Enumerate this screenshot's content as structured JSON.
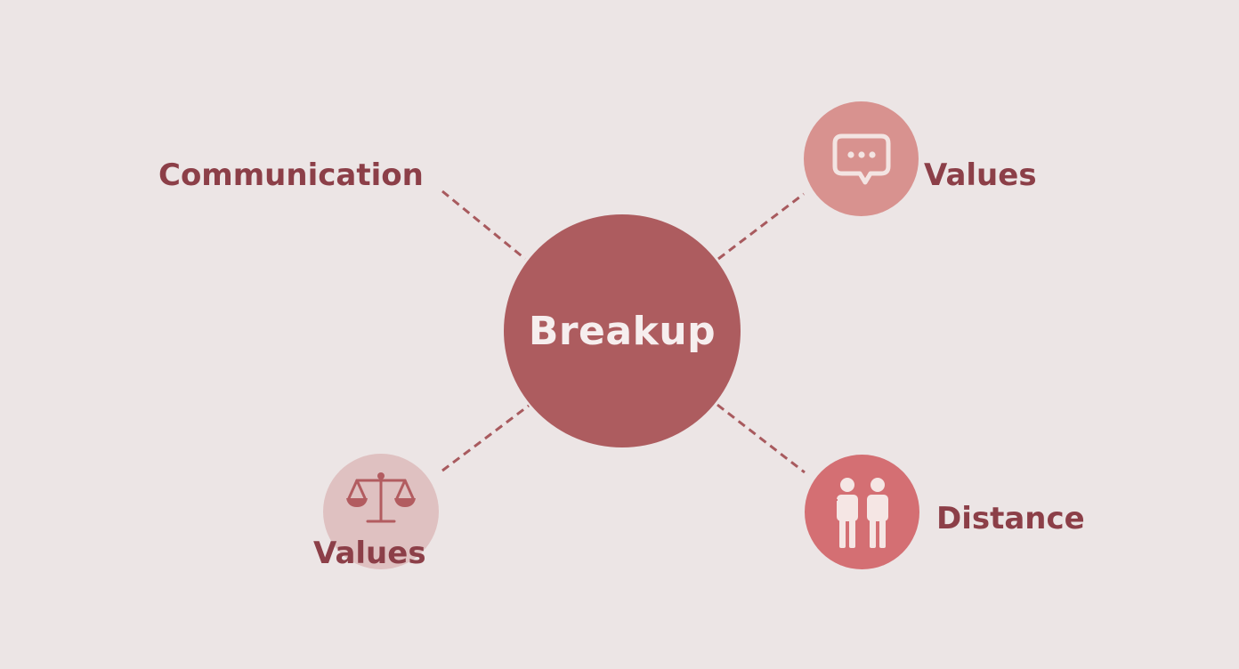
{
  "center": {
    "label": "Breakup"
  },
  "branches": [
    {
      "label": "Communication",
      "icon": "none"
    },
    {
      "label": "Values",
      "icon": "chat-bubble-icon"
    },
    {
      "label": "Values",
      "icon": "balance-scale-icon"
    },
    {
      "label": "Distance",
      "icon": "two-people-icon"
    }
  ],
  "colors": {
    "background": "#ece5e5",
    "hub": "#ad5c5f",
    "text": "#8c3f48",
    "chat_node": "#d8928f",
    "scale_node": "#dfc1c1",
    "people_node": "#d46f73",
    "connector": "#a85a5e"
  }
}
